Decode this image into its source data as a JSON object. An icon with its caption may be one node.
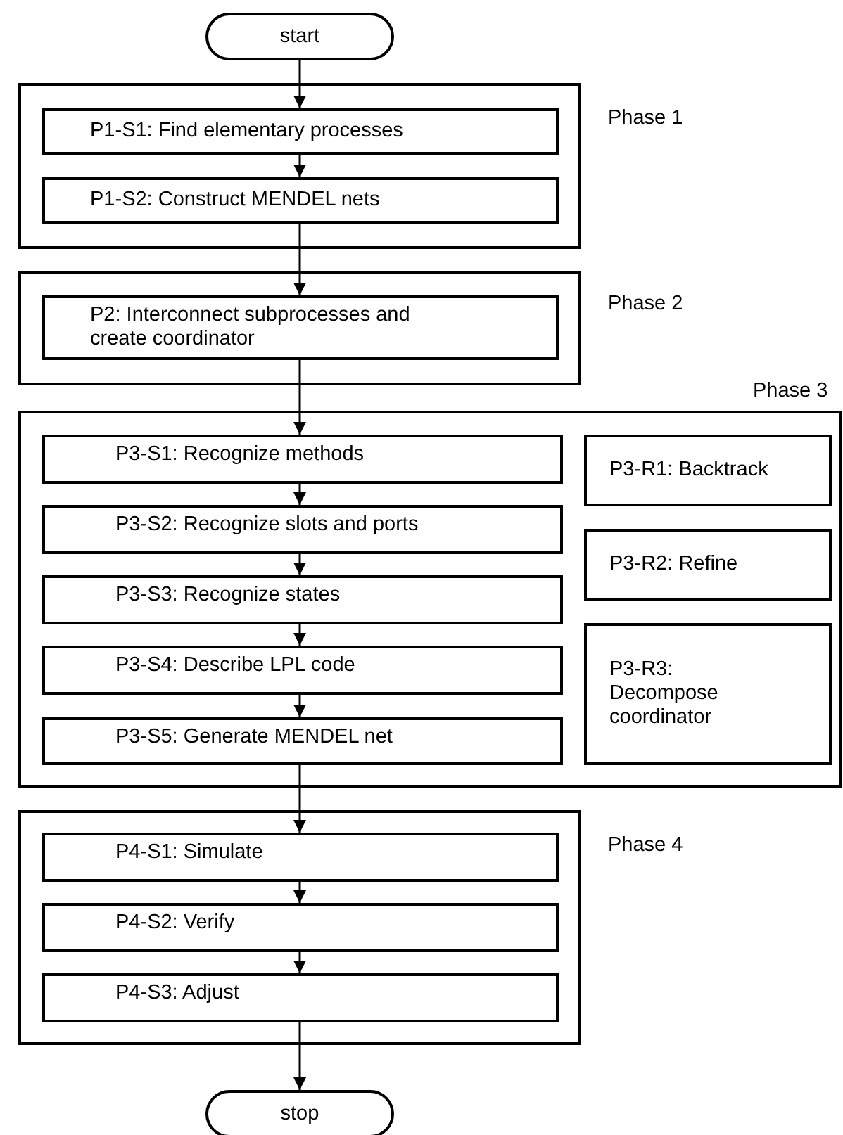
{
  "diagram": {
    "nodes": [
      {
        "text": [
          "start"
        ]
      },
      {
        "text": [
          "Phase 1"
        ]
      },
      {
        "text": [
          "P1-S1: Find elementary processes"
        ],
        "in": 1
      },
      {
        "text": [
          "P1-S2: Construct MENDEL nets"
        ],
        "in": 1
      },
      {
        "text": [
          "Phase 2"
        ]
      },
      {
        "text": [
          "P2: Interconnect subprocesses and create coordinator"
        ],
        "in": 4
      },
      {
        "text": [
          "Phase 3"
        ]
      },
      {
        "text": [
          "P3-S1: Recognize methods"
        ],
        "in": 6
      },
      {
        "text": [
          "P3-S2: Recognize slots and ports"
        ],
        "in": 6
      },
      {
        "text": [
          "P3-S3: Recognize states"
        ],
        "in": 6
      },
      {
        "text": [
          "P3-S4: Describe LPL code"
        ],
        "in": 6
      },
      {
        "text": [
          "P3-S5: Generate MENDEL net"
        ],
        "in": 6
      },
      {
        "text": [
          "P3-R1: Backtrack"
        ],
        "in": 6
      },
      {
        "text": [
          "P3-R2: Refine"
        ],
        "in": 6
      },
      {
        "text": [
          "P3-R3: Decompose coordinator"
        ],
        "in": 6
      },
      {
        "text": [
          "Phase 4"
        ]
      },
      {
        "text": [
          "P4-S1: Simulate"
        ],
        "in": 15
      },
      {
        "text": [
          "P4-S2: Verify"
        ],
        "in": 15
      },
      {
        "text": [
          "P4-S3: Adjust"
        ],
        "in": 15
      },
      {
        "text": [
          "stop"
        ]
      }
    ],
    "edges": [
      {
        "from": 0,
        "to": 2,
        "arrow": "to"
      },
      {
        "from": 2,
        "to": 3,
        "arrow": "to"
      },
      {
        "from": 3,
        "to": 5,
        "arrow": "to"
      },
      {
        "from": 5,
        "to": 7,
        "arrow": "to"
      },
      {
        "from": 7,
        "to": 8,
        "arrow": "to"
      },
      {
        "from": 8,
        "to": 9,
        "arrow": "to"
      },
      {
        "from": 9,
        "to": 10,
        "arrow": "to"
      },
      {
        "from": 10,
        "to": 11,
        "arrow": "to"
      },
      {
        "from": 11,
        "to": 16,
        "arrow": "to"
      },
      {
        "from": 16,
        "to": 17,
        "arrow": "to"
      },
      {
        "from": 17,
        "to": 18,
        "arrow": "to"
      },
      {
        "from": 18,
        "to": 19,
        "arrow": "to"
      }
    ]
  }
}
